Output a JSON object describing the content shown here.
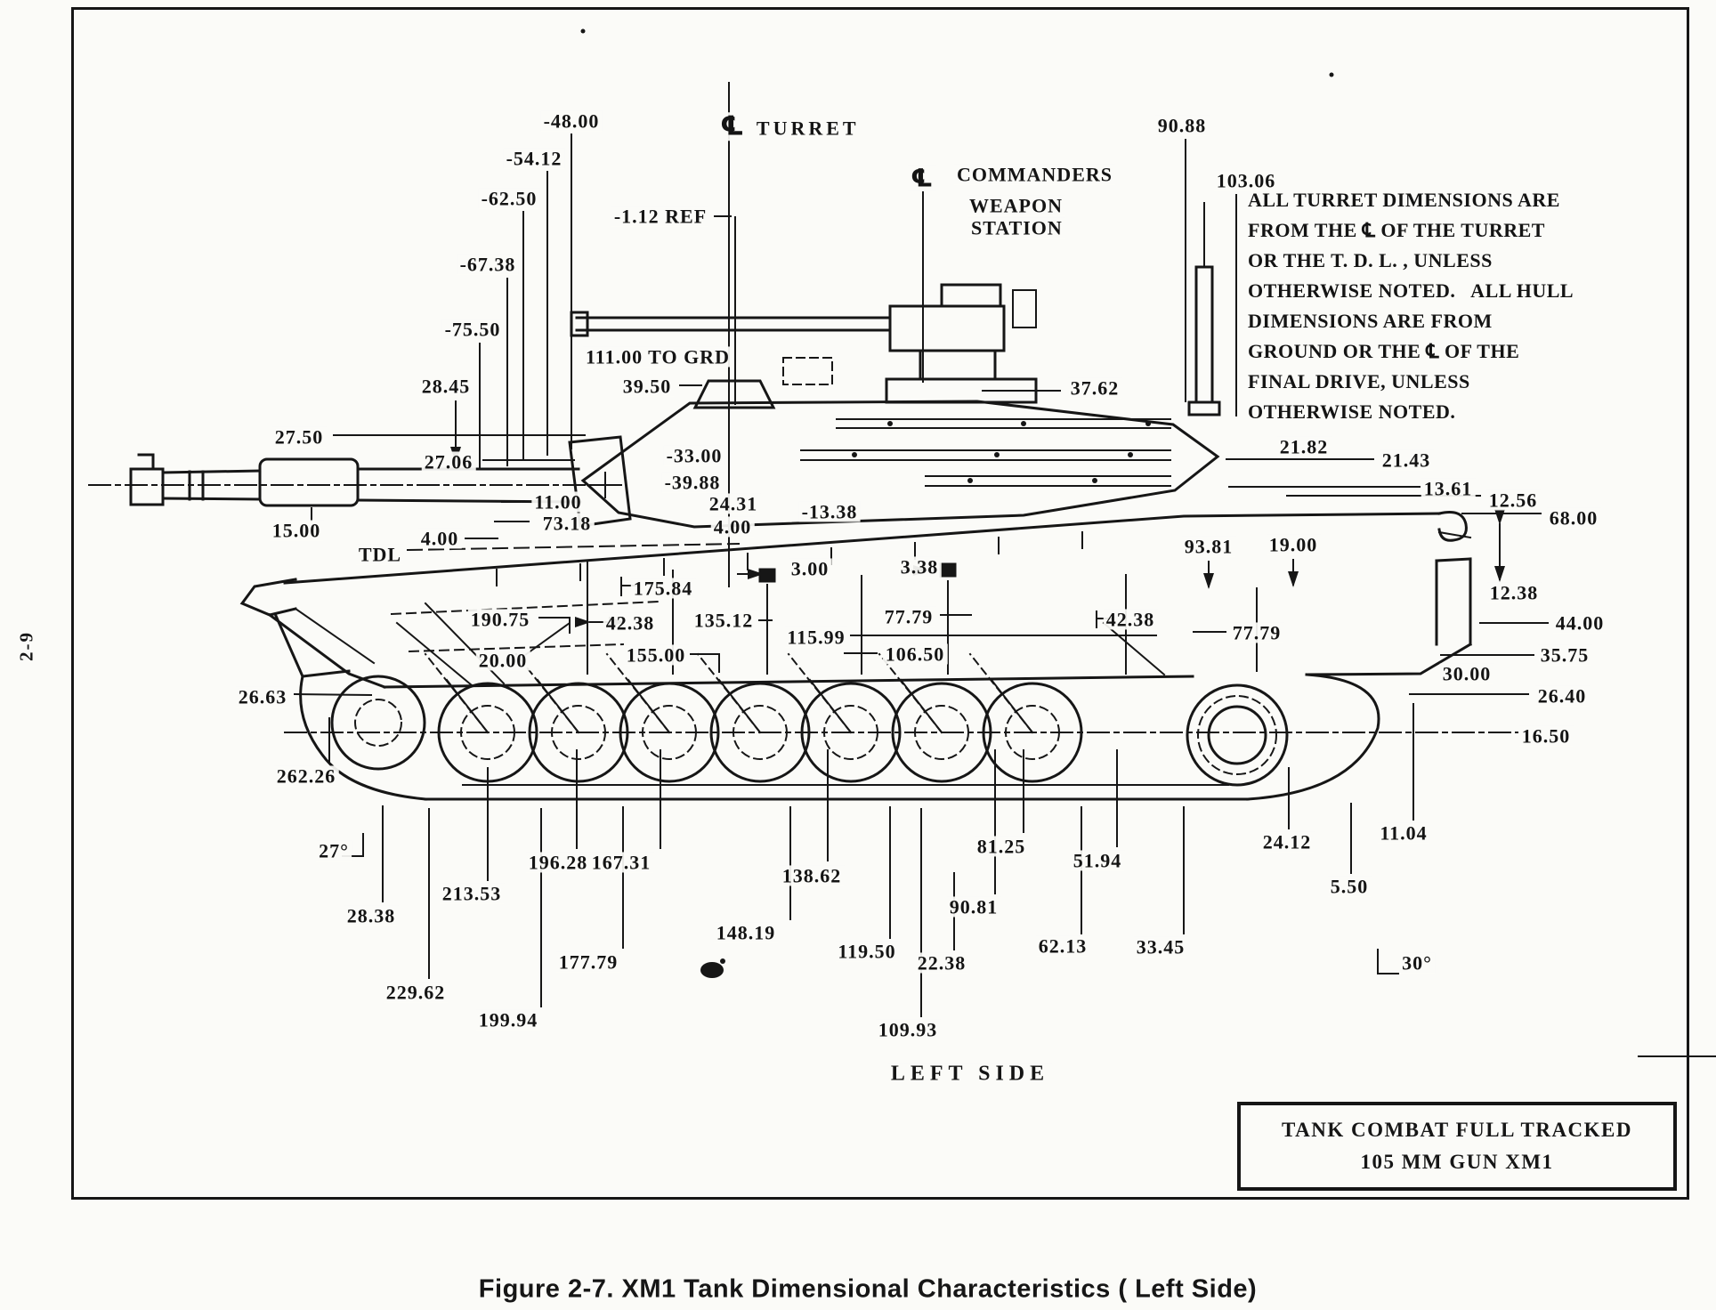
{
  "figure": {
    "caption": "Figure 2-7.  XM1 Tank Dimensional Characteristics ( Left Side)",
    "page_number": "2-9",
    "view_label": "LEFT SIDE",
    "title_block": {
      "line1": "TANK COMBAT FULL TRACKED",
      "line2": "105 MM GUN XM1"
    }
  },
  "note": {
    "lines": [
      "ALL TURRET DIMENSIONS ARE",
      "FROM THE ℄ OF THE TURRET",
      "OR THE T. D. L. , UNLESS",
      "OTHERWISE NOTED.   ALL HULL",
      "DIMENSIONS ARE FROM",
      "GROUND OR THE ℄ OF THE",
      "FINAL DRIVE, UNLESS",
      "OTHERWISE NOTED."
    ]
  },
  "callouts": {
    "cl_symbol": "℄",
    "turret": "TURRET",
    "cws_line1": "COMMANDERS",
    "cws_line2": "WEAPON",
    "cws_line3": "STATION",
    "tdl": "TDL",
    "to_ground": "111.00 TO GRD",
    "ref": "-1.12 REF"
  },
  "labels": {
    "m48": "-48.00",
    "m54": "-54.12",
    "m62": "-62.50",
    "m67": "-67.38",
    "m75": "-75.50",
    "v9088": "90.88",
    "v10306": "103.06",
    "v3950": "39.50",
    "v2845": "28.45",
    "v2750": "27.50",
    "v2706": "27.06",
    "v3762": "37.62",
    "v1500": "15.00",
    "v400a": "4.00",
    "v1100": "11.00",
    "v7318": "73.18",
    "v2431": "24.31",
    "v400b": "4.00",
    "m3300": "-33.00",
    "m3988": "-39.88",
    "m1338": "-13.38",
    "v2182": "21.82",
    "v2143": "21.43",
    "v1361": "13.61",
    "v1256": "12.56",
    "v6800": "68.00",
    "v9381": "93.81",
    "v1900": "19.00",
    "v1238": "12.38",
    "v300": "3.00",
    "v338": "3.38",
    "v17584": "175.84",
    "v19075": "190.75",
    "v4238a": "42.38",
    "v13512": "135.12",
    "v11599": "115.99",
    "v7779a": "77.79",
    "v4238b": "42.38",
    "v7779b": "77.79",
    "v15500": "155.00",
    "v10650": "106.50",
    "v2000": "20.00",
    "v4400": "44.00",
    "v3575": "35.75",
    "v3000": "30.00",
    "v2640": "26.40",
    "v1650": "16.50",
    "v2663": "26.63",
    "v26226": "262.26",
    "deg27": "27°",
    "v2838": "28.38",
    "v22962": "229.62",
    "v21353": "213.53",
    "v19994": "199.94",
    "v19628": "196.28",
    "v16731": "167.31",
    "v17779": "177.79",
    "v14819": "148.19",
    "v13862": "138.62",
    "v11950": "119.50",
    "v10993": "109.93",
    "v2238": "22.38",
    "v9081": "90.81",
    "v8125": "81.25",
    "v5194": "51.94",
    "v6213": "62.13",
    "v3345": "33.45",
    "v2412": "24.12",
    "v1104": "11.04",
    "v550": "5.50",
    "deg30": "30°"
  }
}
